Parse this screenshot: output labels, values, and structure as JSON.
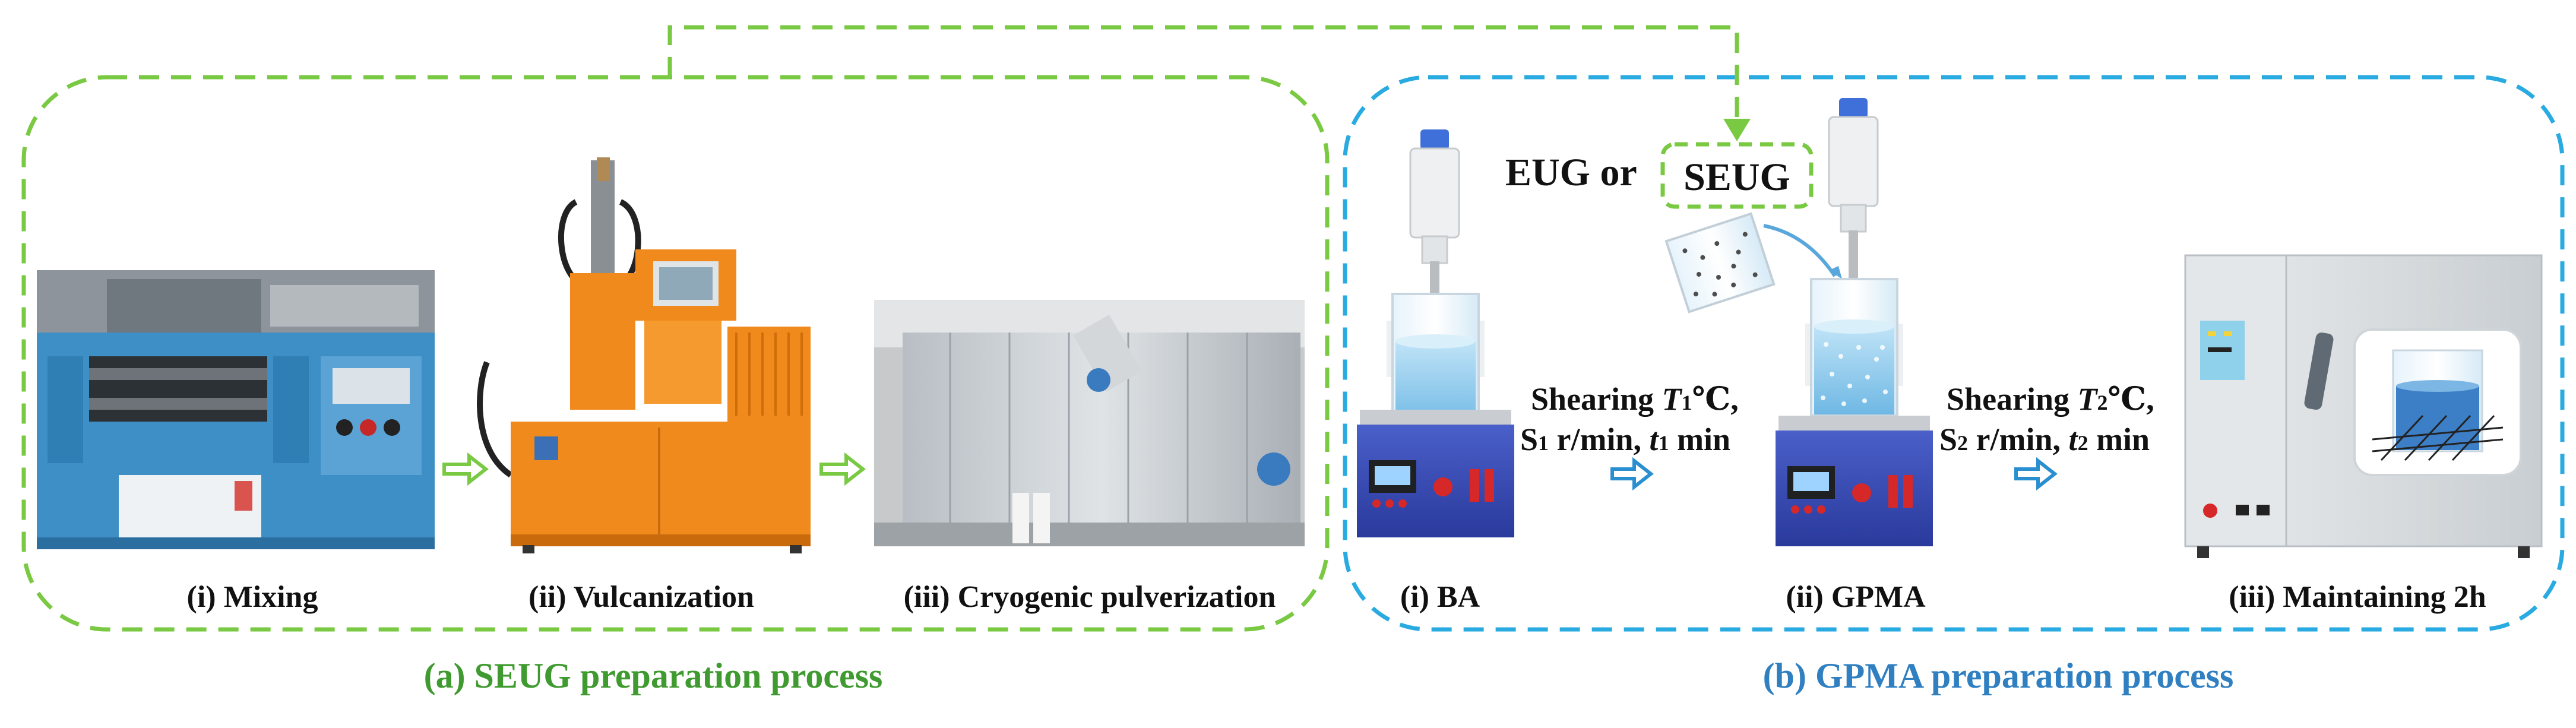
{
  "panel_a": {
    "title": "(a) SEUG preparation process",
    "steps": [
      {
        "label": "(i) Mixing"
      },
      {
        "label": "(ii) Vulcanization"
      },
      {
        "label": "(iii) Cryogenic pulverization"
      }
    ]
  },
  "panel_b": {
    "title": "(b) GPMA preparation process",
    "additive_prefix": "EUG or",
    "additive_boxed": "SEUG",
    "steps": [
      {
        "label": "(i) BA"
      },
      {
        "label": "(ii) GPMA"
      },
      {
        "label": "(iii) Maintaining 2h"
      }
    ],
    "shear_1": {
      "line1_a": "Shearing ",
      "line1_var": "T",
      "line1_sub": "1",
      "line1_unit": "℃,",
      "line2_a": "S",
      "line2_sub_a": "1",
      "line2_b": " r/min, ",
      "line2_var": "t",
      "line2_sub_b": "1",
      "line2_c": " min"
    },
    "shear_2": {
      "line1_a": "Shearing ",
      "line1_var": "T",
      "line1_sub": "2",
      "line1_unit": "℃,",
      "line2_a": "S",
      "line2_sub_a": "2",
      "line2_b": " r/min, ",
      "line2_var": "t",
      "line2_sub_b": "2",
      "line2_c": " min"
    }
  },
  "colors": {
    "green_dash": "#7ac943",
    "blue_dash": "#29abe2",
    "title_green": "#3f9a2f",
    "title_blue": "#2f7fc1",
    "arrow_blue": "#2a8fd0",
    "arrow_green": "#7ac943"
  }
}
